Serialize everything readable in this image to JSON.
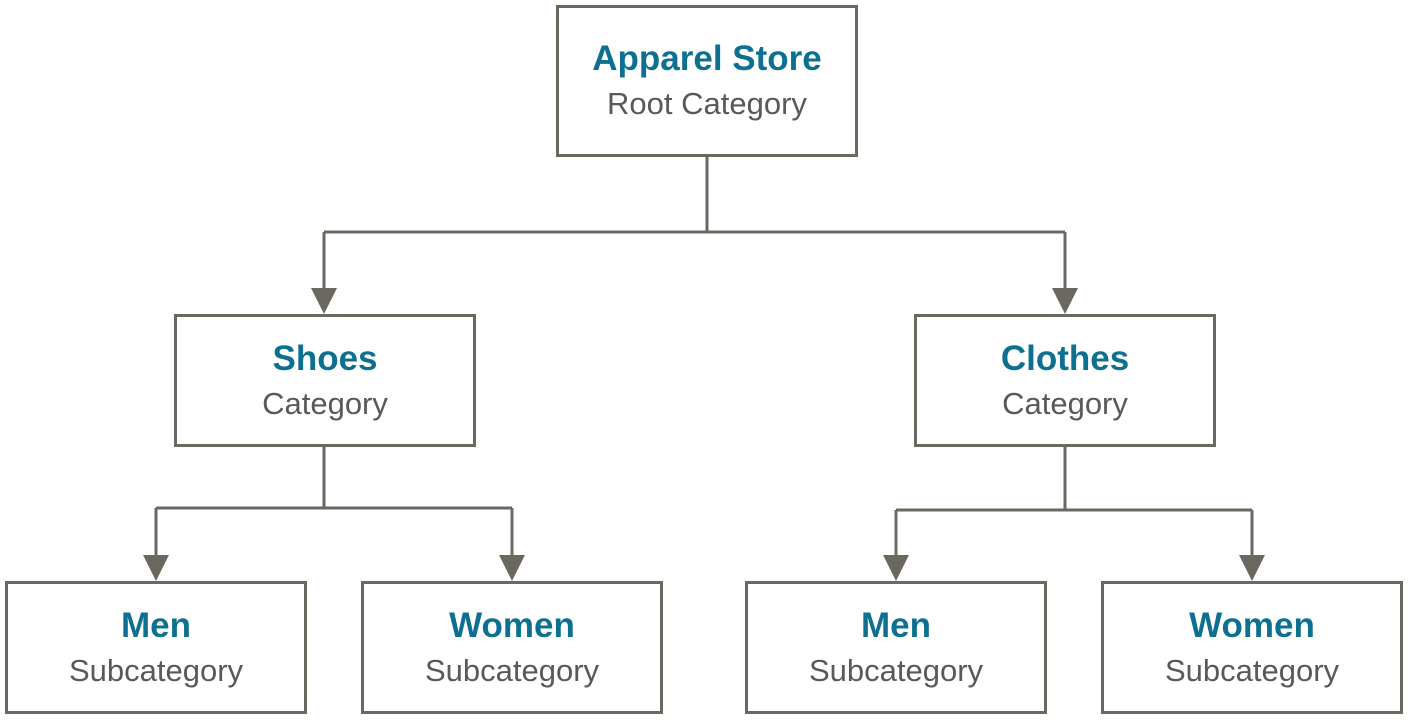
{
  "colors": {
    "title": "#0e7090",
    "subtitle": "#595959",
    "border": "#6b6860",
    "connector": "#6b6860"
  },
  "tree": {
    "root": {
      "title": "Apparel Store",
      "subtitle": "Root Category"
    },
    "shoes": {
      "title": "Shoes",
      "subtitle": "Category",
      "men": {
        "title": "Men",
        "subtitle": "Subcategory"
      },
      "women": {
        "title": "Women",
        "subtitle": "Subcategory"
      }
    },
    "clothes": {
      "title": "Clothes",
      "subtitle": "Category",
      "men": {
        "title": "Men",
        "subtitle": "Subcategory"
      },
      "women": {
        "title": "Women",
        "subtitle": "Subcategory"
      }
    }
  }
}
